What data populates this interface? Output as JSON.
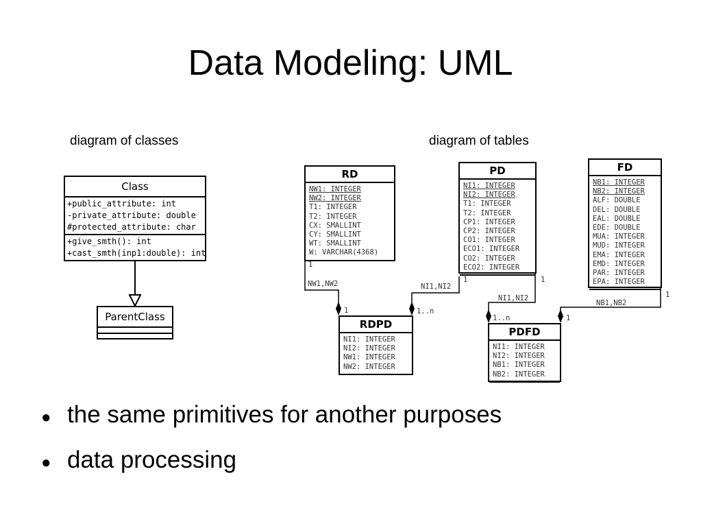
{
  "slide": {
    "title": "Data Modeling: UML",
    "caption_left": "diagram of classes",
    "caption_right": "diagram of tables",
    "bullets": [
      "the same primitives for another purposes",
      "data processing"
    ]
  },
  "class_diagram": {
    "class": {
      "name": "Class",
      "attributes": [
        "+public_attribute: int",
        "-private_attribute: double",
        "#protected_attribute: char"
      ],
      "operations": [
        "+give_smth(): int",
        "+cast_smth(inp1:double): int"
      ]
    },
    "parent": {
      "name": "ParentClass"
    }
  },
  "tables": {
    "rd": {
      "name": "RD",
      "fields": [
        "NW1: INTEGER",
        "NW2: INTEGER",
        "T1: INTEGER",
        "T2: INTEGER",
        "CX: SMALLINT",
        "CY: SMALLINT",
        "WT: SMALLINT",
        "W: VARCHAR(4368)"
      ]
    },
    "pd": {
      "name": "PD",
      "fields": [
        "NI1: INTEGER",
        "NI2: INTEGER",
        "T1: INTEGER",
        "T2: INTEGER",
        "CP1: INTEGER",
        "CP2: INTEGER",
        "CO1: INTEGER",
        "ECO1: INTEGER",
        "CO2: INTEGER",
        "ECO2: INTEGER"
      ]
    },
    "fd": {
      "name": "FD",
      "fields": [
        "NB1: INTEGER",
        "NB2: INTEGER",
        "ALF: DOUBLE",
        "DEL: DOUBLE",
        "EAL: DOUBLE",
        "EDE: DOUBLE",
        "MUA: INTEGER",
        "MUD: INTEGER",
        "EMA: INTEGER",
        "EMD: INTEGER",
        "PAR: INTEGER",
        "EPA: INTEGER"
      ]
    },
    "rdpd": {
      "name": "RDPD",
      "fields": [
        "NI1: INTEGER",
        "NI2: INTEGER",
        "NW1: INTEGER",
        "NW2: INTEGER"
      ]
    },
    "pdfd": {
      "name": "PDFD",
      "fields": [
        "NI1: INTEGER",
        "NI2: INTEGER",
        "NB1: INTEGER",
        "NB2: INTEGER"
      ]
    }
  },
  "relations": {
    "rd_rdpd": {
      "label": "NW1,NW2",
      "from_mult": "1",
      "to_mult": "1"
    },
    "pd_rdpd": {
      "label": "NI1,NI2",
      "from_mult": "1",
      "to_mult": "1..n"
    },
    "pd_pdfd": {
      "label": "NI1,NI2",
      "from_mult": "1",
      "to_mult": "1..n"
    },
    "fd_pdfd": {
      "label": "NB1,NB2",
      "from_mult": "1",
      "to_mult": "1"
    }
  }
}
